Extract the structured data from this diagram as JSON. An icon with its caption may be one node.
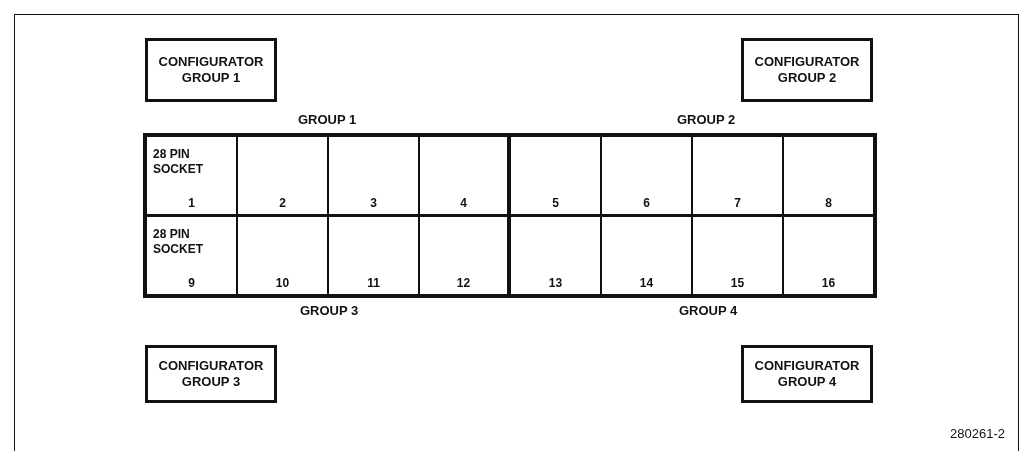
{
  "diagram": {
    "nodes": [
      {
        "text": [
          "CONFIGURATOR GROUP 1"
        ]
      },
      {
        "text": [
          "CONFIGURATOR GROUP 2"
        ]
      },
      {
        "text": [
          "28 PIN SOCKET",
          "1"
        ]
      },
      {
        "text": [
          "2"
        ]
      },
      {
        "text": [
          "3"
        ]
      },
      {
        "text": [
          "4"
        ]
      },
      {
        "text": [
          "5"
        ]
      },
      {
        "text": [
          "6"
        ]
      },
      {
        "text": [
          "7"
        ]
      },
      {
        "text": [
          "8"
        ]
      },
      {
        "text": [
          "28 PIN SOCKET",
          "9"
        ]
      },
      {
        "text": [
          "10"
        ]
      },
      {
        "text": [
          "11"
        ]
      },
      {
        "text": [
          "12"
        ]
      },
      {
        "text": [
          "13"
        ]
      },
      {
        "text": [
          "14"
        ]
      },
      {
        "text": [
          "15"
        ]
      },
      {
        "text": [
          "16"
        ]
      },
      {
        "text": [
          "CONFIGURATOR GROUP 3"
        ]
      },
      {
        "text": [
          "CONFIGURATOR GROUP 4"
        ]
      }
    ],
    "edges": [],
    "labels": [
      "GROUP 1",
      "GROUP 2",
      "GROUP 3",
      "GROUP 4",
      "280261-2"
    ]
  }
}
